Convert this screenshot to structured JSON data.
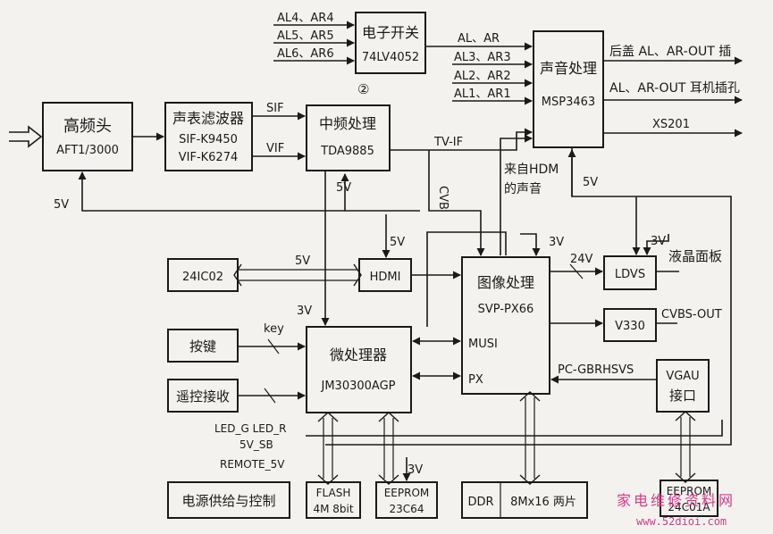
{
  "blocks": {
    "tuner": {
      "title": "高频头",
      "part": "AFT1/3000"
    },
    "saw_filter": {
      "title": "声表滤波器",
      "part1": "SIF-K9450",
      "part2": "VIF-K6274"
    },
    "switch": {
      "title": "电子开关",
      "part": "74LV4052"
    },
    "if_proc": {
      "title": "中频处理",
      "part": "TDA9885"
    },
    "audio_proc": {
      "title": "声音处理",
      "part": "MSP3463"
    },
    "eeprom_24c02": {
      "title": "24IC02"
    },
    "hdmi": {
      "title": "HDMI"
    },
    "video_proc": {
      "title": "图像处理",
      "part": "SVP-PX66",
      "pin_musi": "MUSI",
      "pin_px": "PX"
    },
    "ldvs": {
      "title": "LDVS"
    },
    "v330": {
      "title": "V330"
    },
    "vga": {
      "title1": "VGAU",
      "title2": "接口"
    },
    "mcu": {
      "title": "微处理器",
      "part": "JM30300AGP"
    },
    "keys": {
      "title": "按键"
    },
    "ir": {
      "title": "遥控接收"
    },
    "power": {
      "title": "电源供给与控制"
    },
    "flash": {
      "title1": "FLASH",
      "title2": "4M  8bit"
    },
    "eeprom_23c64": {
      "title1": "EEPROM",
      "title2": "23C64"
    },
    "ddr": {
      "title": "DDR",
      "note": "8Mx16 两片"
    },
    "eeprom_vga": {
      "title1": "EEPROM",
      "title2": "24C01A"
    }
  },
  "signals": {
    "al4": "AL4、AR4",
    "al5": "AL5、AR5",
    "al6": "AL6、AR6",
    "al_ar": "AL、AR",
    "al3": "AL3、AR3",
    "al2": "AL2、AR2",
    "al1": "AL1、AR1",
    "marker2": "②",
    "out1": "后盖 AL、AR-OUT 插",
    "out2": "AL、AR-OUT 耳机插孔",
    "out3": "XS201",
    "sif": "SIF",
    "vif": "VIF",
    "tvif": "TV-IF",
    "cvb": "CVB",
    "hdmi_sound1": "来自HDM",
    "hdmi_sound2": "的声音",
    "lcd": "液晶面板",
    "cvbs_out": "CVBS-OUT",
    "pc": "PC-GBRHSVS",
    "key": "key",
    "led": "LED_G  LED_R",
    "sb": "5V_SB",
    "remote": "REMOTE_5V",
    "v5": "5V",
    "v3": "3V",
    "v24": "24V"
  },
  "watermark": {
    "text": "家电维修资料网",
    "url": "www.52dioi.com"
  }
}
